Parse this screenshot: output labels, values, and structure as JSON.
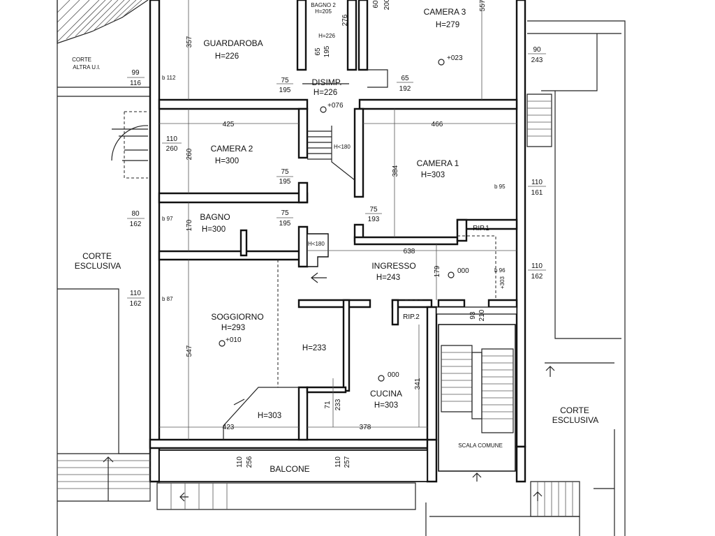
{
  "rooms": {
    "guardaroba": {
      "name": "GUARDAROBA",
      "height": "H=226"
    },
    "bagno2": {
      "name": "BAGNO 2",
      "height": "H=205"
    },
    "camera3": {
      "name": "CAMERA 3",
      "height": "H=279"
    },
    "disimp": {
      "name": "DISIMP.",
      "height": "H=226"
    },
    "camera2": {
      "name": "CAMERA 2",
      "height": "H=300"
    },
    "camera1": {
      "name": "CAMERA 1",
      "height": "H=303"
    },
    "bagno": {
      "name": "BAGNO",
      "height": "H=300"
    },
    "rip1": {
      "name": "RIP.1"
    },
    "ingresso": {
      "name": "INGRESSO",
      "height": "H=243"
    },
    "rip2": {
      "name": "RIP.2"
    },
    "soggiorno": {
      "name": "SOGGIORNO",
      "height": "H=293"
    },
    "corridor": {
      "height": "H=233"
    },
    "cucina": {
      "name": "CUCINA",
      "height": "H=303"
    },
    "soggiorno_nook": {
      "height": "H=303"
    },
    "scala": {
      "name": "SCALA COMUNE"
    },
    "balcone": {
      "name": "BALCONE"
    }
  },
  "outdoor": {
    "corte_altra_1": "CORTE",
    "corte_altra_2": "ALTRA U.I.",
    "corte_left_1": "CORTE",
    "corte_left_2": "ESCLUSIVA",
    "corte_right_1": "CORTE",
    "corte_right_2": "ESCLUSIVA"
  },
  "levels": {
    "camera3": "+023",
    "disimp": "+076",
    "ingresso": "000",
    "soggiorno": "+010",
    "cucina": "000"
  },
  "windows": {
    "w99_116": [
      "99",
      "116"
    ],
    "w110_260": [
      "110",
      "260"
    ],
    "w80_162": [
      "80",
      "162"
    ],
    "w110_162_left": [
      "110",
      "162"
    ],
    "w90_243": [
      "90",
      "243"
    ],
    "w110_161": [
      "110",
      "161"
    ],
    "w110_162_right": [
      "110",
      "162"
    ]
  },
  "doors": {
    "d75_195_a": [
      "75",
      "195"
    ],
    "d65_192": [
      "65",
      "192"
    ],
    "d75_195_b": [
      "75",
      "195"
    ],
    "d75_195_c": [
      "75",
      "195"
    ],
    "d75_193": [
      "75",
      "193"
    ]
  },
  "rotated": {
    "g357": "357",
    "c557": "557",
    "c260": "260",
    "c384": "384",
    "b170": "170",
    "s547": "547",
    "i179": "179",
    "d65": "65",
    "d195": "195",
    "d276": "276",
    "d60": "60",
    "d200": "200",
    "d93": "93",
    "d210": "210",
    "c341": "341",
    "d71": "71",
    "d233": "233",
    "b110a": "110",
    "b256": "256",
    "b110b": "110",
    "b257": "257",
    "r303": "+303"
  },
  "horizontal_dims": {
    "h425": "425",
    "h466": "466",
    "h638": "638",
    "h423": "423",
    "h378": "378",
    "h226": "H=226"
  },
  "sill_notes": {
    "b112": "b 112",
    "b97": "b 97",
    "b87": "b 87",
    "b95": "b 95",
    "b96": "b 96"
  },
  "stair_notes": {
    "h180a": "H<180",
    "h180b": "H<180"
  }
}
